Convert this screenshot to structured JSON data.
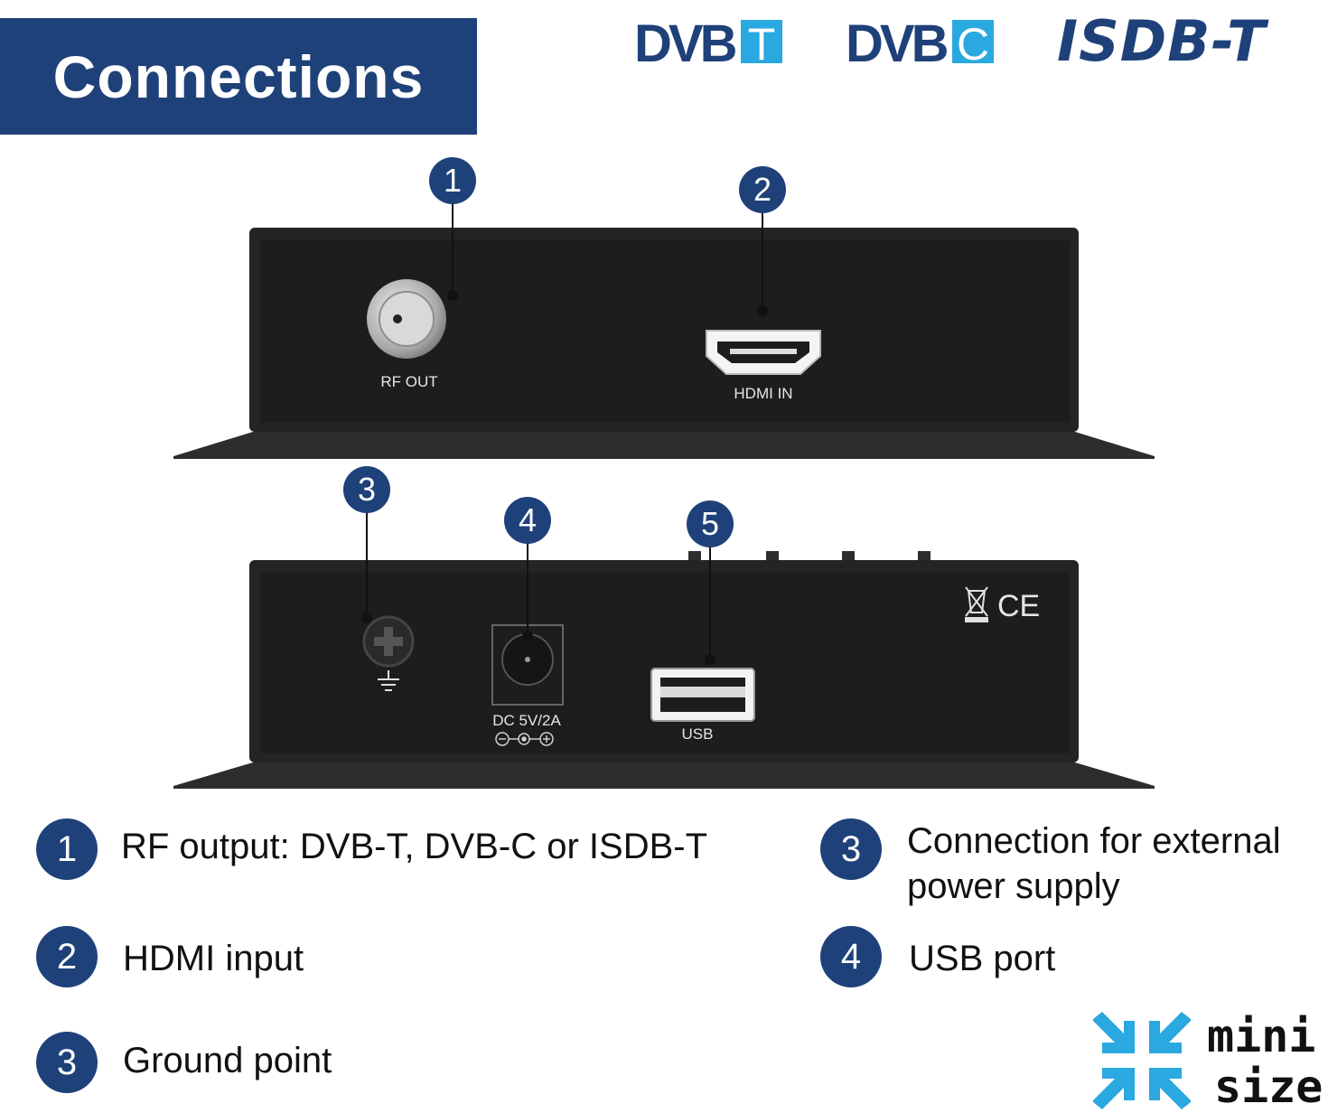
{
  "header": {
    "title": "Connections",
    "logos": {
      "dvbt": {
        "main": "DVB",
        "suffix": "T"
      },
      "dvbc": {
        "main": "DVB",
        "suffix": "C"
      },
      "isdbt": "ISDB-T"
    }
  },
  "device_top": {
    "rf_out_label": "RF OUT",
    "hdmi_in_label": "HDMI IN",
    "callouts": [
      "1",
      "2"
    ]
  },
  "device_bottom": {
    "dc_label": "DC 5V/2A",
    "usb_label": "USB",
    "ce_mark": "CE",
    "callouts": [
      "3",
      "4",
      "5"
    ]
  },
  "legend": [
    {
      "num": "1",
      "text": "RF output: DVB-T, DVB-C or ISDB-T"
    },
    {
      "num": "2",
      "text": "HDMI input"
    },
    {
      "num": "3",
      "text": "Ground point"
    },
    {
      "num": "3",
      "text_line1": "Connection for external",
      "text_line2": "power supply"
    },
    {
      "num": "4",
      "text": "USB port"
    }
  ],
  "mini_size": {
    "line1": "mini",
    "line2": "size"
  },
  "colors": {
    "brand_blue": "#1f4179",
    "accent_cyan": "#2aa8e0",
    "device_body": "#222426"
  }
}
